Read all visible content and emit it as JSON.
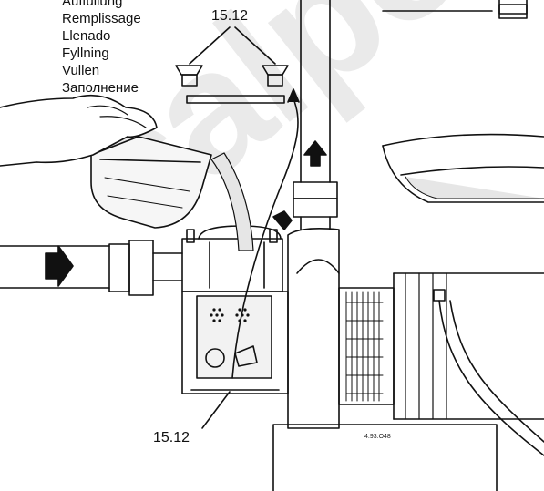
{
  "labels": {
    "languages": [
      "Auffüllung",
      "Remplissage",
      "Llenado",
      "Fyllning",
      "Vullen",
      "Заполнение"
    ],
    "callout_top": "15.12",
    "callout_bottom": "15.12",
    "figure_code": "4.93.O48"
  },
  "watermark": {
    "text": "calpeda"
  },
  "colors": {
    "ink": "#111111",
    "watermark": "#d9d9d9",
    "water_fill": "#e6e6e6"
  }
}
